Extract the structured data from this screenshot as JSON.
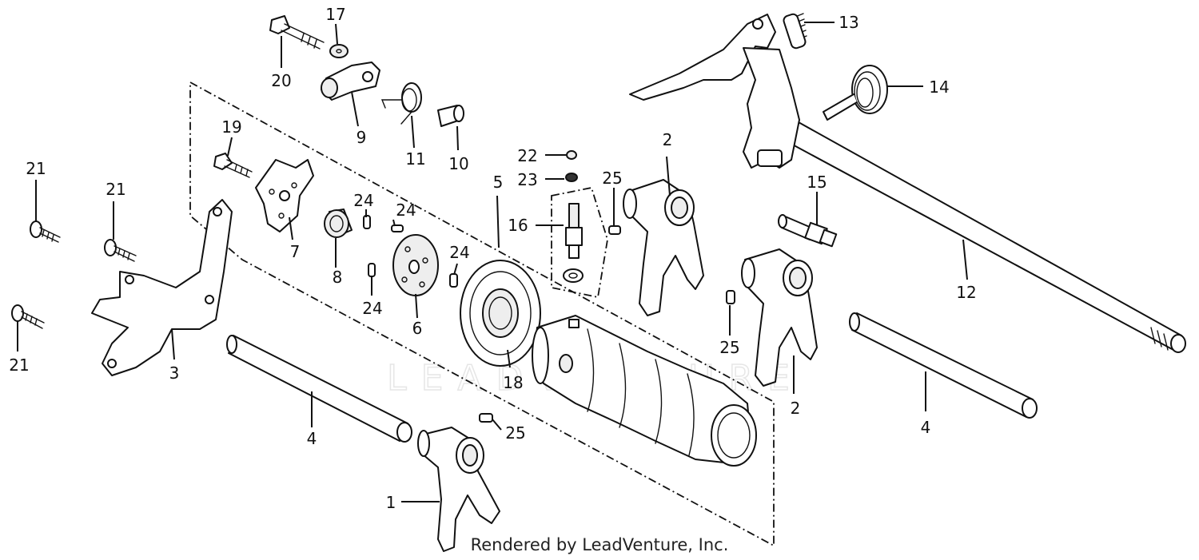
{
  "diagram": {
    "credit": "Rendered by LeadVenture, Inc.",
    "watermark": "LEADVENTURE",
    "callouts": [
      {
        "id": "c1",
        "label": "1",
        "part": "shift-fork"
      },
      {
        "id": "c2a",
        "label": "2",
        "part": "shift-fork"
      },
      {
        "id": "c2b",
        "label": "2",
        "part": "shift-fork"
      },
      {
        "id": "c3",
        "label": "3",
        "part": "stopper-plate"
      },
      {
        "id": "c4a",
        "label": "4",
        "part": "fork-shaft"
      },
      {
        "id": "c4b",
        "label": "4",
        "part": "fork-shaft"
      },
      {
        "id": "c5",
        "label": "5",
        "part": "shift-drum-assembly"
      },
      {
        "id": "c6",
        "label": "6",
        "part": "drum-center-plate"
      },
      {
        "id": "c7",
        "label": "7",
        "part": "drum-stopper-plate"
      },
      {
        "id": "c8",
        "label": "8",
        "part": "collar"
      },
      {
        "id": "c9",
        "label": "9",
        "part": "stopper-arm"
      },
      {
        "id": "c10",
        "label": "10",
        "part": "collar"
      },
      {
        "id": "c11",
        "label": "11",
        "part": "spring"
      },
      {
        "id": "c12",
        "label": "12",
        "part": "gearshift-spindle"
      },
      {
        "id": "c13",
        "label": "13",
        "part": "spring"
      },
      {
        "id": "c14",
        "label": "14",
        "part": "return-spring"
      },
      {
        "id": "c15",
        "label": "15",
        "part": "pin-bolt"
      },
      {
        "id": "c16",
        "label": "16",
        "part": "neutral-switch"
      },
      {
        "id": "c17",
        "label": "17",
        "part": "washer"
      },
      {
        "id": "c18",
        "label": "18",
        "part": "bearing"
      },
      {
        "id": "c19",
        "label": "19",
        "part": "bolt"
      },
      {
        "id": "c20",
        "label": "20",
        "part": "bolt"
      },
      {
        "id": "c21a",
        "label": "21",
        "part": "screw"
      },
      {
        "id": "c21b",
        "label": "21",
        "part": "screw"
      },
      {
        "id": "c21c",
        "label": "21",
        "part": "screw"
      },
      {
        "id": "c22",
        "label": "22",
        "part": "nut"
      },
      {
        "id": "c23",
        "label": "23",
        "part": "washer"
      },
      {
        "id": "c24a",
        "label": "24",
        "part": "pin"
      },
      {
        "id": "c24b",
        "label": "24",
        "part": "pin"
      },
      {
        "id": "c24c",
        "label": "24",
        "part": "pin"
      },
      {
        "id": "c24d",
        "label": "24",
        "part": "pin"
      },
      {
        "id": "c25a",
        "label": "25",
        "part": "pin"
      },
      {
        "id": "c25b",
        "label": "25",
        "part": "pin"
      },
      {
        "id": "c25c",
        "label": "25",
        "part": "pin"
      }
    ]
  }
}
